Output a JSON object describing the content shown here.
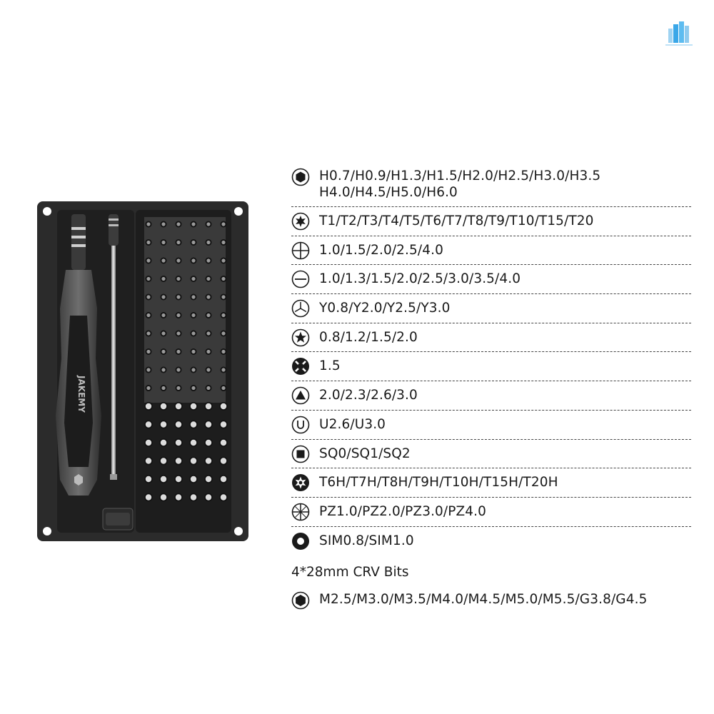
{
  "spec_rows": [
    {
      "icon": "hex-icon",
      "lines": [
        "H0.7/H0.9/H1.3/H1.5/H2.0/H2.5/H3.0/H3.5",
        "H4.0/H4.5/H5.0/H6.0"
      ]
    },
    {
      "icon": "torx-icon",
      "lines": [
        "T1/T2/T3/T4/T5/T6/T7/T8/T9/T10/T15/T20"
      ]
    },
    {
      "icon": "phillips-icon",
      "lines": [
        "1.0/1.5/2.0/2.5/4.0"
      ]
    },
    {
      "icon": "slotted-icon",
      "lines": [
        "1.0/1.3/1.5/2.0/2.5/3.0/3.5/4.0"
      ]
    },
    {
      "icon": "tri-wing-icon",
      "lines": [
        "Y0.8/Y2.0/Y2.5/Y3.0"
      ]
    },
    {
      "icon": "pentalobe-icon",
      "lines": [
        "0.8/1.2/1.5/2.0"
      ]
    },
    {
      "icon": "cross-slot-icon",
      "lines": [
        "1.5"
      ]
    },
    {
      "icon": "triangle-icon",
      "lines": [
        "2.0/2.3/2.6/3.0"
      ]
    },
    {
      "icon": "u-type-icon",
      "lines": [
        "U2.6/U3.0"
      ]
    },
    {
      "icon": "square-icon",
      "lines": [
        "SQ0/SQ1/SQ2"
      ]
    },
    {
      "icon": "security-torx-icon",
      "lines": [
        "T6H/T7H/T8H/T9H/T10H/T15H/T20H"
      ]
    },
    {
      "icon": "pozidriv-icon",
      "lines": [
        "PZ1.0/PZ2.0/PZ3.0/PZ4.0"
      ]
    },
    {
      "icon": "sim-pin-icon",
      "lines": [
        "SIM0.8/SIM1.0"
      ]
    }
  ],
  "bits_heading": "4*28mm CRV Bits",
  "bits_row": {
    "icon": "hex-socket-icon",
    "text": "M2.5/M3.0/M3.5/M4.0/M4.5/M5.0/M5.5/G3.8/G4.5"
  },
  "handle_brand": "JAKEMY",
  "colors": {
    "case": "#2b2b2b",
    "tray": "#1e1e1e",
    "text": "#1a1a1a",
    "logo": "#3aa7e8"
  }
}
